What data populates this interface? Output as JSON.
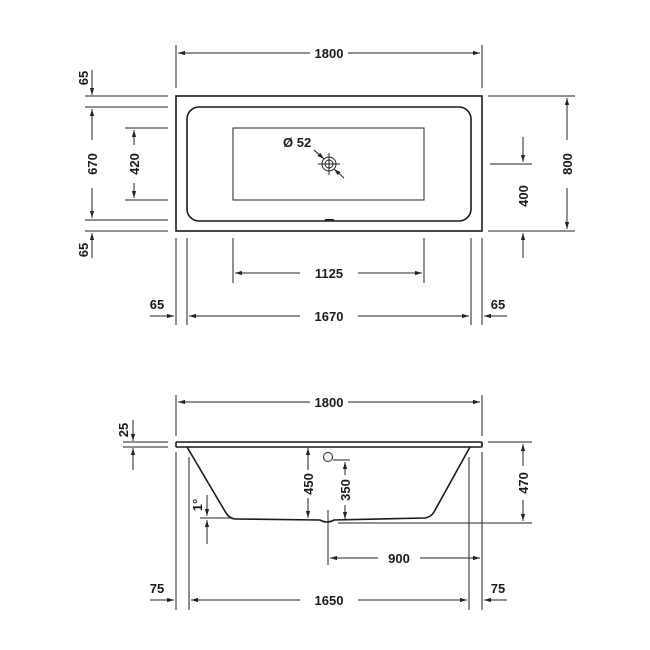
{
  "drawing": {
    "top_view": {
      "overall_length": "1800",
      "overall_width": "800",
      "rim_top": "65",
      "inner_width": "670",
      "rim_bottom": "65",
      "floor_width": "420",
      "drain_offset": "400",
      "drain_diameter": "Ø 52",
      "floor_length": "1125",
      "rim_left": "65",
      "inner_length": "1670",
      "rim_right": "65"
    },
    "side_view": {
      "overall_length": "1800",
      "rim_thickness": "25",
      "inner_depth": "450",
      "overflow_height": "350",
      "overall_height": "470",
      "floor_slope": "1°",
      "drain_position": "900",
      "base_offset_left": "75",
      "base_length": "1650",
      "base_offset_right": "75"
    }
  }
}
